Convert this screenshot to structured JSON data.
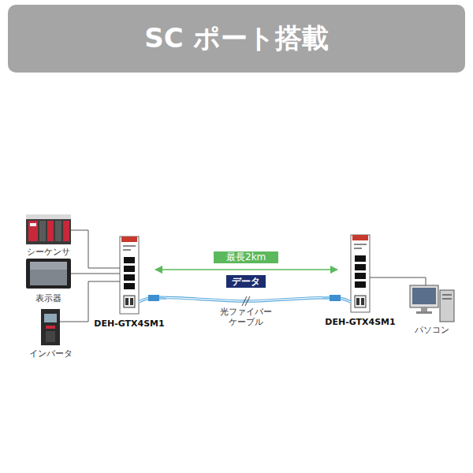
{
  "diagram": {
    "title": "SC ポート搭載",
    "nodes": [
      {
        "text": [
          "シーケンサ"
        ]
      },
      {
        "text": [
          "表示器"
        ]
      },
      {
        "text": [
          "インバータ"
        ]
      },
      {
        "text": [
          "DEH-GTX4SM1"
        ]
      },
      {
        "text": [
          "データ"
        ]
      },
      {
        "text": [
          "DEH-GTX4SM1"
        ]
      },
      {
        "text": [
          "パソコン"
        ]
      }
    ],
    "edges": [
      {
        "from": 0,
        "to": 3,
        "arrow": "none"
      },
      {
        "from": 1,
        "to": 3,
        "arrow": "none"
      },
      {
        "from": 2,
        "to": 3,
        "arrow": "none"
      },
      {
        "from": 3,
        "to": 5,
        "label": "光ファイバー ケーブル",
        "arrow": "none"
      },
      {
        "from": 3,
        "to": 5,
        "label": "最長2km",
        "arrow": "both"
      },
      {
        "from": 5,
        "to": 6,
        "arrow": "none"
      }
    ]
  }
}
